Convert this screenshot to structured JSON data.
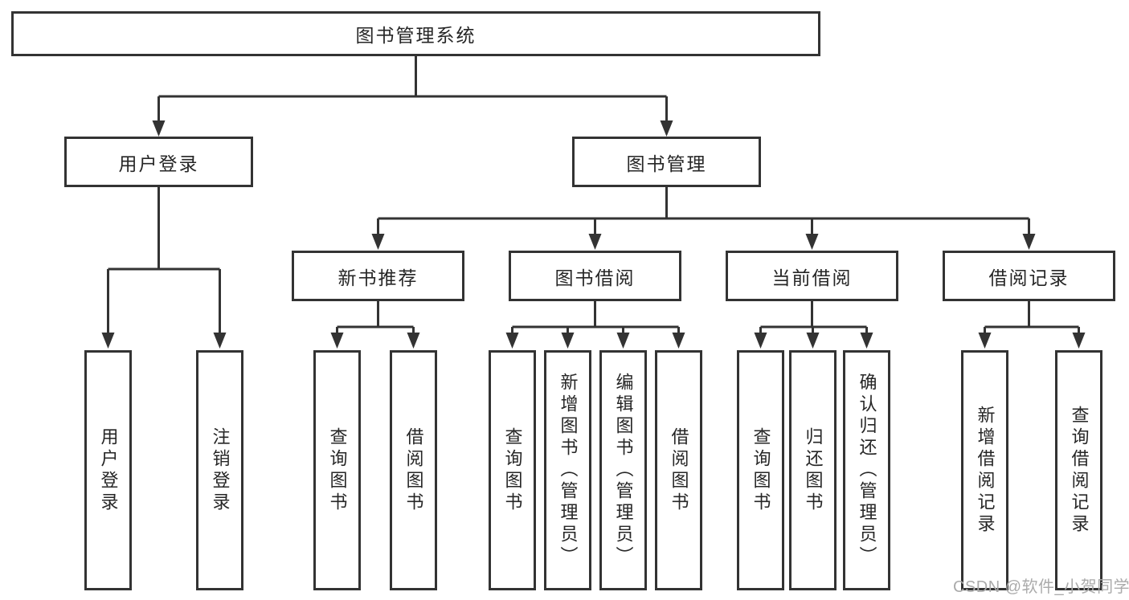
{
  "tree": {
    "root": "图书管理系统",
    "user": {
      "label": "用户登录",
      "children": [
        "用户登录",
        "注销登录"
      ]
    },
    "book": {
      "label": "图书管理",
      "sections": [
        {
          "label": "新书推荐",
          "children": [
            "查询图书",
            "借阅图书"
          ]
        },
        {
          "label": "图书借阅",
          "children": [
            "查询图书",
            "新增图书（管理员）",
            "编辑图书（管理员）",
            "借阅图书"
          ]
        },
        {
          "label": "当前借阅",
          "children": [
            "查询图书",
            "归还图书",
            "确认归还（管理员）"
          ]
        },
        {
          "label": "借阅记录",
          "children": [
            "新增借阅记录",
            "查询借阅记录"
          ]
        }
      ]
    }
  },
  "watermark": "CSDN @软件_小贺同学",
  "colors": {
    "line": "#333333",
    "box_border": "#333333",
    "text": "#262626",
    "watermark": "#ababab",
    "background": "#ffffff"
  }
}
